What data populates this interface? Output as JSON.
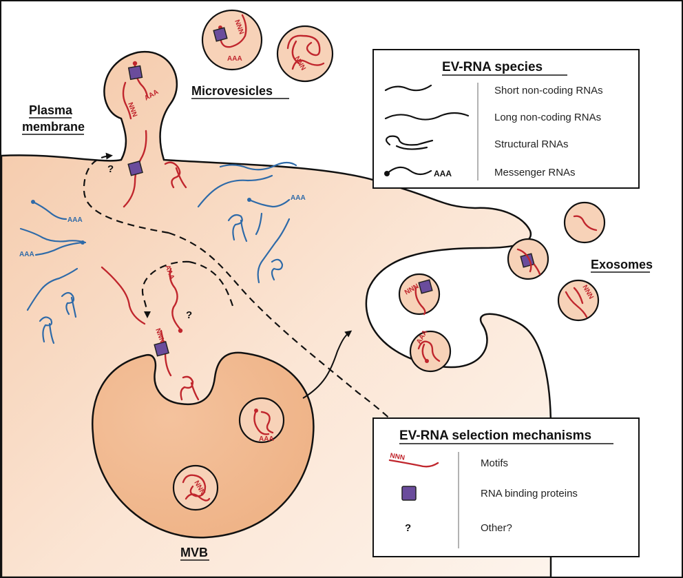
{
  "labels": {
    "plasma_membrane_line1": "Plasma",
    "plasma_membrane_line2": "membrane",
    "microvesicles": "Microvesicles",
    "exosomes": "Exosomes",
    "mvb": "MVB"
  },
  "rna_marks": {
    "poly_a": "AAA",
    "motif": "NNN",
    "question": "?"
  },
  "legend_species": {
    "title": "EV-RNA species",
    "items": [
      {
        "label": "Short non-coding RNAs",
        "glyph": "short-wave"
      },
      {
        "label": "Long non-coding RNAs",
        "glyph": "long-wave"
      },
      {
        "label": "Structural RNAs",
        "glyph": "hairpin"
      },
      {
        "label": "Messenger RNAs",
        "glyph": "capped-polyA",
        "tail": "AAA"
      }
    ]
  },
  "legend_selection": {
    "title": "EV-RNA selection mechanisms",
    "items": [
      {
        "label": "Motifs",
        "glyph": "NNN"
      },
      {
        "label": "RNA binding proteins",
        "glyph": "purple-square"
      },
      {
        "label": "Other?",
        "glyph": "?"
      }
    ]
  },
  "colors": {
    "ev_rna": "#c0262d",
    "cellular_rna": "#2e6aa8",
    "rna_binding_protein": "#6a4c9c",
    "cytoplasm_light": "#fbe7d9",
    "cytoplasm_dark": "#f1b98e",
    "mvb_fill": "#f2bb91"
  }
}
